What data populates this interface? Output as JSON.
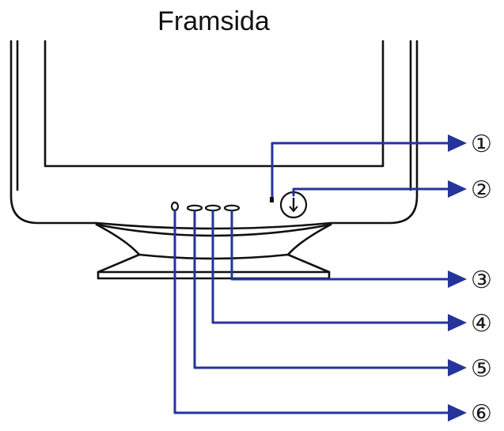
{
  "title": "Framsida",
  "colors": {
    "outline": "#111111",
    "leader": "#24349a"
  },
  "callouts": [
    {
      "label": "①"
    },
    {
      "label": "②"
    },
    {
      "label": "③"
    },
    {
      "label": "④"
    },
    {
      "label": "⑤"
    },
    {
      "label": "⑥"
    }
  ]
}
